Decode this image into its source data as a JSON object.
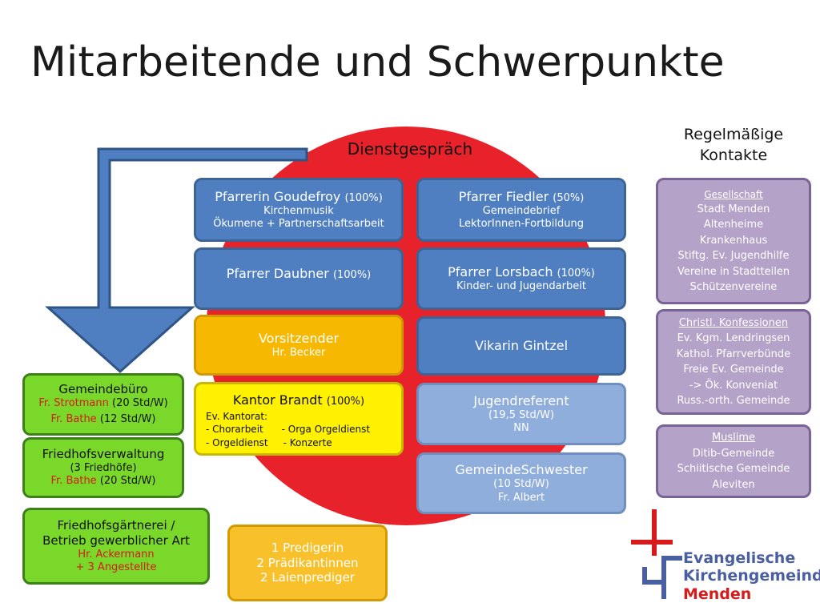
{
  "title": "Mitarbeitende und Schwerpunkte",
  "circle_label": "Dienstgespräch",
  "contacts_header": [
    "Regelmäßige",
    "Kontakte"
  ],
  "staff": {
    "goudefroy": {
      "name": "Pfarrerin Goudefroy",
      "pct": "(100%)",
      "lines": [
        "Kirchenmusik",
        "Ökumene + Partnerschaftsarbeit"
      ]
    },
    "fiedler": {
      "name": "Pfarrer Fiedler",
      "pct": "(50%)",
      "lines": [
        "Gemeindebrief",
        "LektorInnen-Fortbildung"
      ]
    },
    "daubner": {
      "name": "Pfarrer Daubner",
      "pct": "(100%)"
    },
    "lorsbach": {
      "name": "Pfarrer Lorsbach",
      "pct": "(100%)",
      "lines": [
        "Kinder- und Jugendarbeit"
      ]
    },
    "vorsitzender": {
      "name": "Vorsitzender",
      "lines": [
        "Hr. Becker"
      ]
    },
    "vikarin": {
      "name": "Vikarin Gintzel"
    },
    "kantor": {
      "name": "Kantor Brandt",
      "pct": "(100%)",
      "lines": [
        "Ev. Kantorat:",
        "- Chorarbeit      - Orga Orgeldienst",
        "- Orgeldienst     - Konzerte"
      ]
    },
    "jugend": {
      "name": "Jugendreferent",
      "lines": [
        "(19,5 Std/W)",
        "NN"
      ]
    },
    "schwester": {
      "name": "GemeindeSchwester",
      "lines": [
        "(10 Std/W)",
        "Fr. Albert"
      ]
    }
  },
  "left": {
    "buero": {
      "title": "Gemeindebüro",
      "p1": "Fr. Strotmann",
      "h1": " (20 Std/W)",
      "p2": "Fr. Bathe",
      "h2": " (12 Std/W)"
    },
    "friedhof": {
      "title": "Friedhofsverwaltung",
      "sub": "(3 Friedhöfe)",
      "p1": "Fr. Bathe",
      "h1": " (20 Std/W)"
    },
    "gaertnerei": {
      "title1": "Friedhofsgärtnerei /",
      "title2": "Betrieb gewerblicher Art",
      "p1": "Hr. Ackermann",
      "p2": "+ 3 Angestellte"
    }
  },
  "prediger": [
    "1 Predigerin",
    "2 Prädikantinnen",
    "2 Laienprediger"
  ],
  "contacts": [
    {
      "head": "Gesellschaft",
      "items": [
        "Stadt Menden",
        "Altenheime",
        "Krankenhaus",
        "Stiftg. Ev. Jugendhilfe",
        "Vereine in Stadtteilen",
        "Schützenvereine"
      ]
    },
    {
      "head": "Christl. Konfessionen",
      "items": [
        "Ev. Kgm. Lendringsen",
        "Kathol. Pfarrverbünde",
        "Freie Ev. Gemeinde",
        "-> Ök. Konveniat",
        "Russ.-orth. Gemeinde"
      ]
    },
    {
      "head": "Muslime",
      "items": [
        "Ditib-Gemeinde",
        "Schiitische Gemeinde",
        "Aleviten"
      ]
    }
  ],
  "logo": {
    "line1": "Evangelische",
    "line2": "Kirchengemeinde",
    "line3": "Menden"
  },
  "colors": {
    "circle": "#e8222b",
    "blue": "#4f7fc0",
    "green": "#7ad82a",
    "purple": "#b4a2c8",
    "accent_red": "#d71a1a",
    "logo_blue": "#4a5ea2"
  }
}
